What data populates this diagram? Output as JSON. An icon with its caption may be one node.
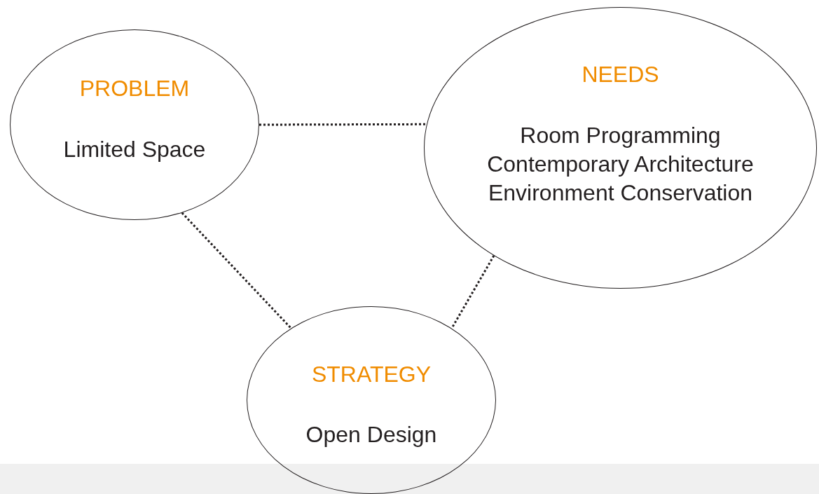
{
  "diagram": {
    "nodes": [
      {
        "text": [
          "PROBLEM",
          "Limited Space"
        ]
      },
      {
        "text": [
          "NEEDS",
          "Room Programming",
          "Contemporary Architecture",
          "Environment Conservation"
        ]
      },
      {
        "text": [
          "STRATEGY",
          "Open Design"
        ]
      }
    ],
    "edges": [
      {
        "from": 0,
        "to": 1,
        "arrow": "none",
        "style": "dashed"
      },
      {
        "from": 0,
        "to": 2,
        "arrow": "none",
        "style": "dashed"
      },
      {
        "from": 1,
        "to": 2,
        "arrow": "none",
        "style": "dashed"
      }
    ]
  }
}
